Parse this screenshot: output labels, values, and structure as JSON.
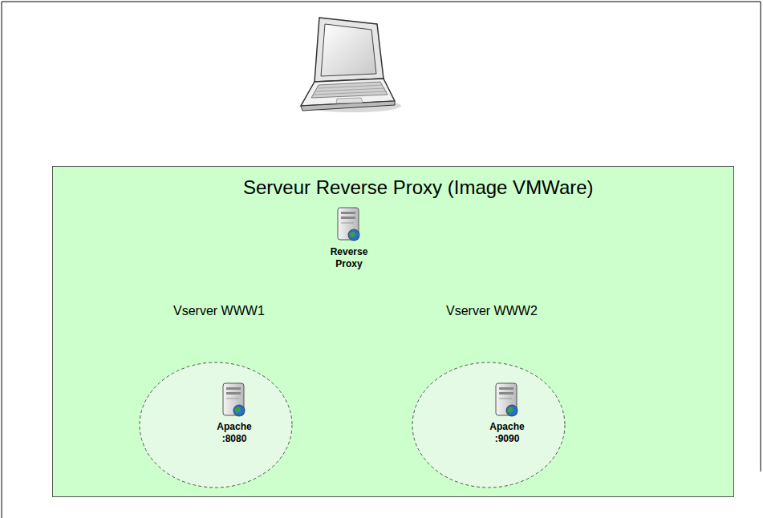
{
  "diagram": {
    "nodes": [
      {
        "text": [
          "Serveur Reverse Proxy (Image VMWare)"
        ]
      },
      {
        "text": [
          "Vserver WWW1",
          "Apache :8080"
        ],
        "in": 0
      },
      {
        "text": [
          "Vserver WWW2",
          "Apache :9090"
        ],
        "in": 0
      }
    ],
    "labels": [
      "Reverse Proxy"
    ]
  }
}
